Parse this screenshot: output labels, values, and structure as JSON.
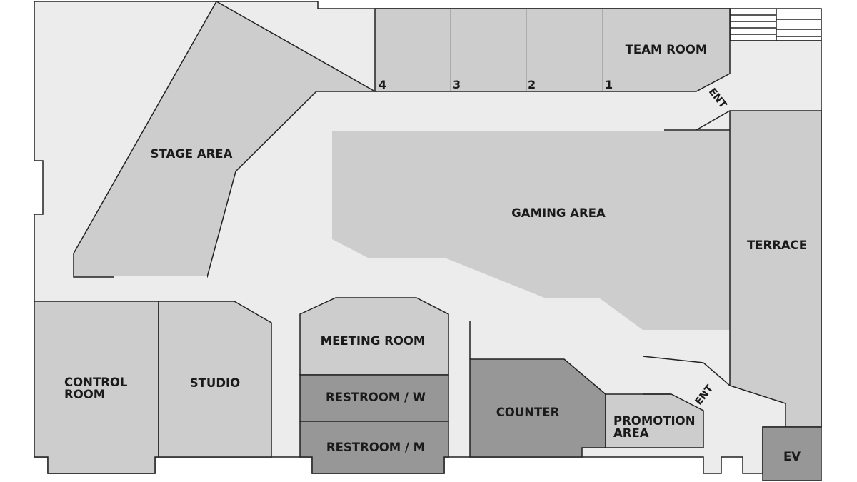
{
  "map": {
    "rooms": {
      "team_room": "TEAM ROOM",
      "stage_area": "STAGE AREA",
      "gaming_area": "GAMING AREA",
      "terrace": "TERRACE",
      "control_room_line1": "CONTROL",
      "control_room_line2": "ROOM",
      "studio": "STUDIO",
      "meeting_room": "MEETING ROOM",
      "restroom_w": "RESTROOM / W",
      "restroom_m": "RESTROOM / M",
      "counter": "COUNTER",
      "promotion_line1": "PROMOTION",
      "promotion_line2": "AREA",
      "ev": "EV"
    },
    "booths": [
      "4",
      "3",
      "2",
      "1"
    ],
    "entrances": [
      "ENT",
      "ENT"
    ],
    "colors": {
      "corridor": "#ececec",
      "room": "#cdcdcd",
      "service": "#979797",
      "outline": "#222222"
    }
  }
}
